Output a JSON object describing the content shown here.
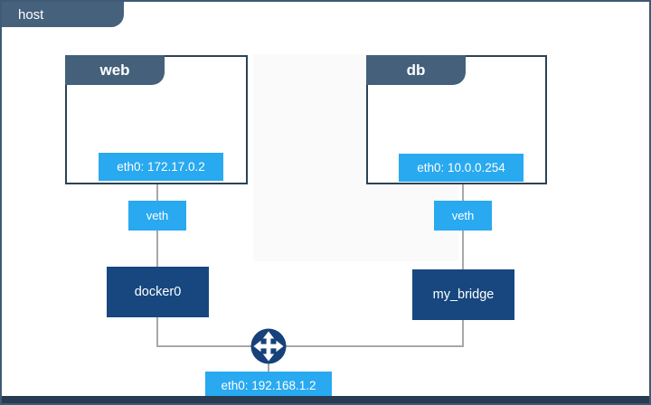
{
  "host": {
    "label": "host",
    "interface_label": "eth0: 192.168.1.2"
  },
  "containers": [
    {
      "name": "web",
      "interface_label": "eth0: 172.17.0.2"
    },
    {
      "name": "db",
      "interface_label": "eth0: 10.0.0.254"
    }
  ],
  "veth": [
    {
      "label": "veth"
    },
    {
      "label": "veth"
    }
  ],
  "bridges": [
    {
      "name": "docker0"
    },
    {
      "name": "my_bridge"
    }
  ],
  "icons": {
    "router": "four-way-arrows-router-icon"
  },
  "colors": {
    "slate_tab": "#46617c",
    "container_border": "#2c4255",
    "bright_blue": "#29a9f0",
    "navy": "#17477e",
    "line_gray": "#a8a8a8",
    "bottom_bar": "#273c52"
  }
}
